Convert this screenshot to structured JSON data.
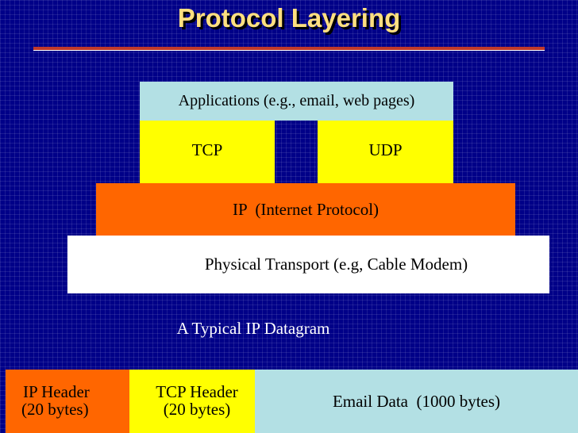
{
  "title": "Protocol Layering",
  "layers": {
    "applications": "Applications (e.g., email, web pages)",
    "tcp": "TCP",
    "udp": "UDP",
    "ip": "IP  (Internet Protocol)",
    "physical": "Physical Transport (e.g, Cable Modem)"
  },
  "datagram": {
    "caption": "A Typical IP Datagram",
    "ip_header": {
      "line1": "IP Header",
      "line2": "(20 bytes)"
    },
    "tcp_header": {
      "line1": "TCP Header",
      "line2": "(20 bytes)"
    },
    "email_data": "Email Data  (1000 bytes)"
  },
  "colors": {
    "background": "#000088",
    "title": "#ffdf80",
    "rule": "#c0392b",
    "applications": "#b3e0e4",
    "transport": "#ffff00",
    "ip": "#ff6600",
    "physical": "#ffffff"
  }
}
